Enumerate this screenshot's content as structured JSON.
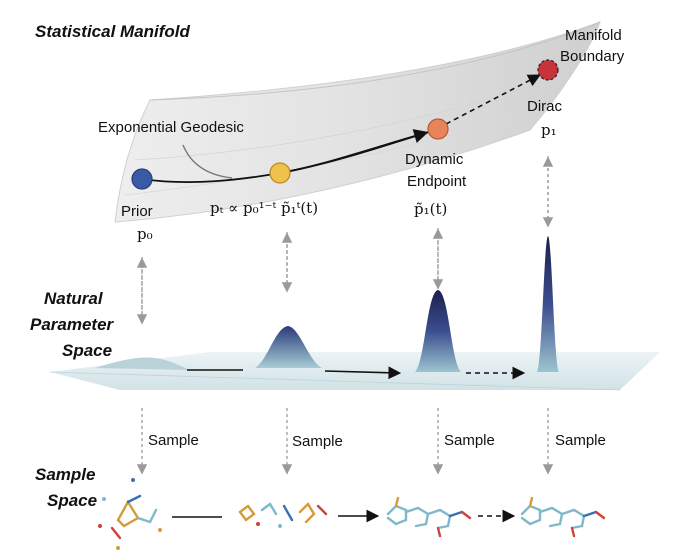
{
  "sections": {
    "manifold": "Statistical Manifold",
    "natural": [
      "Natural",
      "Parameter",
      "Space"
    ],
    "sample": [
      "Sample",
      "Space"
    ]
  },
  "labels": {
    "geodesic": "Exponential Geodesic",
    "manifold_boundary": [
      "Manifold",
      "Boundary"
    ],
    "dirac": "Dirac",
    "dirac_symbol": "p₁",
    "dynamic_endpoint": [
      "Dynamic",
      "Endpoint"
    ],
    "endpoint_symbol": "p̃₁(t)",
    "prior": "Prior",
    "prior_symbol": "p₀",
    "interp_formula": "pₜ ∝ p₀¹⁻ᵗ p̃₁ᵗ(t)"
  },
  "sample_labels": [
    "Sample",
    "Sample",
    "Sample",
    "Sample"
  ],
  "node_colors": {
    "prior": "#3a5aa8",
    "interp": "#f0c14b",
    "endpoint": "#e8845a",
    "dirac": "#c7333b"
  }
}
